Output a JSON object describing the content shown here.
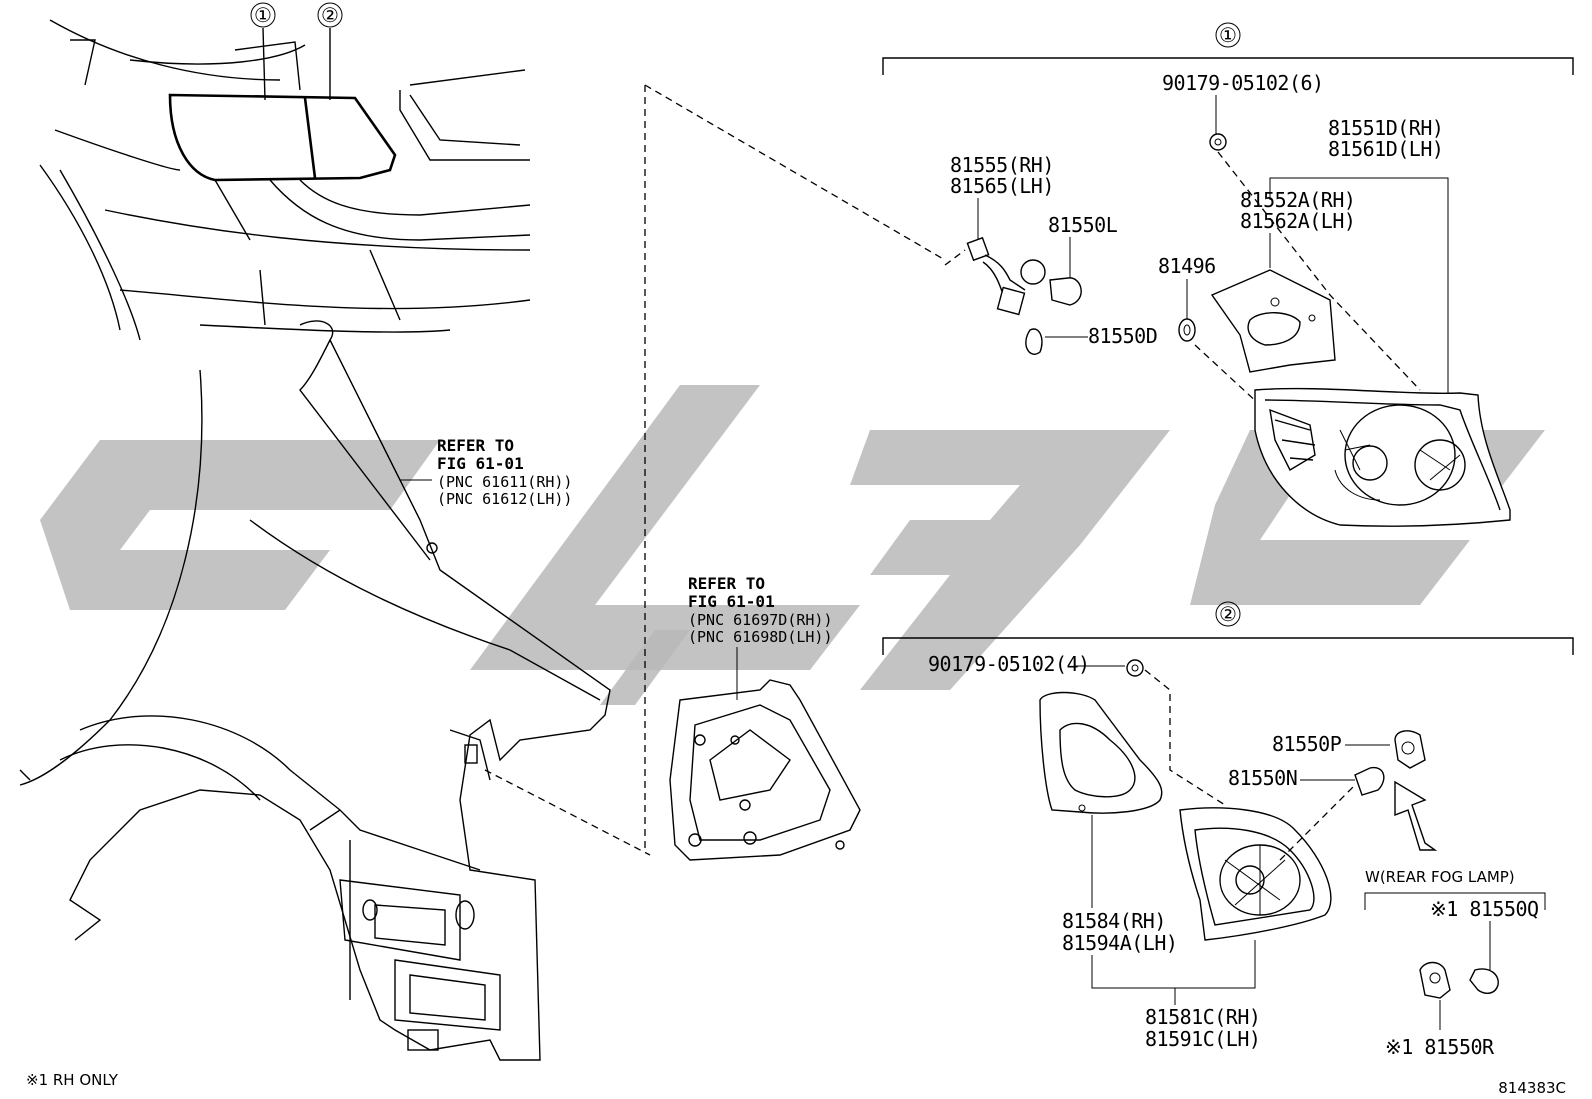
{
  "callouts": {
    "c1": "①",
    "c2": "②"
  },
  "refer1": {
    "title": "REFER TO",
    "fig": "FIG 61-01",
    "pnc_rh": "(PNC 61611(RH))",
    "pnc_lh": "(PNC 61612(LH))"
  },
  "refer2": {
    "title": "REFER TO",
    "fig": "FIG 61-01",
    "pnc_rh": "(PNC 61697D(RH))",
    "pnc_lh": "(PNC 61698D(LH))"
  },
  "group1": {
    "p90179": "90179-05102(6)",
    "p81551_rh": "81551D(RH)",
    "p81561_lh": "81561D(LH)",
    "p81555_rh": "81555(RH)",
    "p81565_lh": "81565(LH)",
    "p81550L": "81550L",
    "p81552_rh": "81552A(RH)",
    "p81562_lh": "81562A(LH)",
    "p81496": "81496",
    "p81550D": "81550D"
  },
  "group2": {
    "p90179": "90179-05102(4)",
    "p81550P": "81550P",
    "p81550N": "81550N",
    "rear_fog": "W(REAR FOG LAMP)",
    "p81550Q": "※1 81550Q",
    "p81584_rh": "81584(RH)",
    "p81594_lh": "81594A(LH)",
    "p81581_rh": "81581C(RH)",
    "p81591_lh": "81591C(LH)",
    "p81550R": "※1 81550R"
  },
  "footnote": "※1 RH ONLY",
  "figure_code": "814383C",
  "watermark_color": "#b9b9b9"
}
